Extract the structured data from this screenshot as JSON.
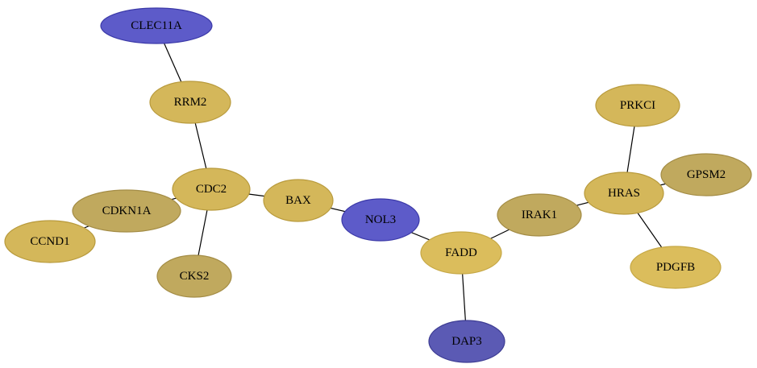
{
  "network": {
    "colors": {
      "gold": "#d4b75a",
      "gold_dark": "#c0a95e",
      "gold_light": "#dbbd5c",
      "blue": "#5d5bc9",
      "blue_dark": "#5b5ab4",
      "edge": "#000000"
    },
    "nodes": [
      {
        "id": "CLEC11A",
        "label": "CLEC11A",
        "color": "blue"
      },
      {
        "id": "RRM2",
        "label": "RRM2",
        "color": "gold"
      },
      {
        "id": "CDC2",
        "label": "CDC2",
        "color": "gold"
      },
      {
        "id": "CDKN1A",
        "label": "CDKN1A",
        "color": "gold_dark"
      },
      {
        "id": "CCND1",
        "label": "CCND1",
        "color": "gold"
      },
      {
        "id": "CKS2",
        "label": "CKS2",
        "color": "gold_dark"
      },
      {
        "id": "BAX",
        "label": "BAX",
        "color": "gold"
      },
      {
        "id": "NOL3",
        "label": "NOL3",
        "color": "blue"
      },
      {
        "id": "FADD",
        "label": "FADD",
        "color": "gold_light"
      },
      {
        "id": "DAP3",
        "label": "DAP3",
        "color": "blue_dark"
      },
      {
        "id": "IRAK1",
        "label": "IRAK1",
        "color": "gold_dark"
      },
      {
        "id": "HRAS",
        "label": "HRAS",
        "color": "gold"
      },
      {
        "id": "PRKCI",
        "label": "PRKCI",
        "color": "gold"
      },
      {
        "id": "GPSM2",
        "label": "GPSM2",
        "color": "gold_dark"
      },
      {
        "id": "PDGFB",
        "label": "PDGFB",
        "color": "gold_light"
      }
    ],
    "edges": [
      [
        "CLEC11A",
        "RRM2"
      ],
      [
        "RRM2",
        "CDC2"
      ],
      [
        "CDC2",
        "CDKN1A"
      ],
      [
        "CDKN1A",
        "CCND1"
      ],
      [
        "CDC2",
        "CKS2"
      ],
      [
        "CDC2",
        "BAX"
      ],
      [
        "BAX",
        "NOL3"
      ],
      [
        "NOL3",
        "FADD"
      ],
      [
        "FADD",
        "DAP3"
      ],
      [
        "FADD",
        "IRAK1"
      ],
      [
        "IRAK1",
        "HRAS"
      ],
      [
        "HRAS",
        "PRKCI"
      ],
      [
        "HRAS",
        "GPSM2"
      ],
      [
        "HRAS",
        "PDGFB"
      ]
    ]
  }
}
